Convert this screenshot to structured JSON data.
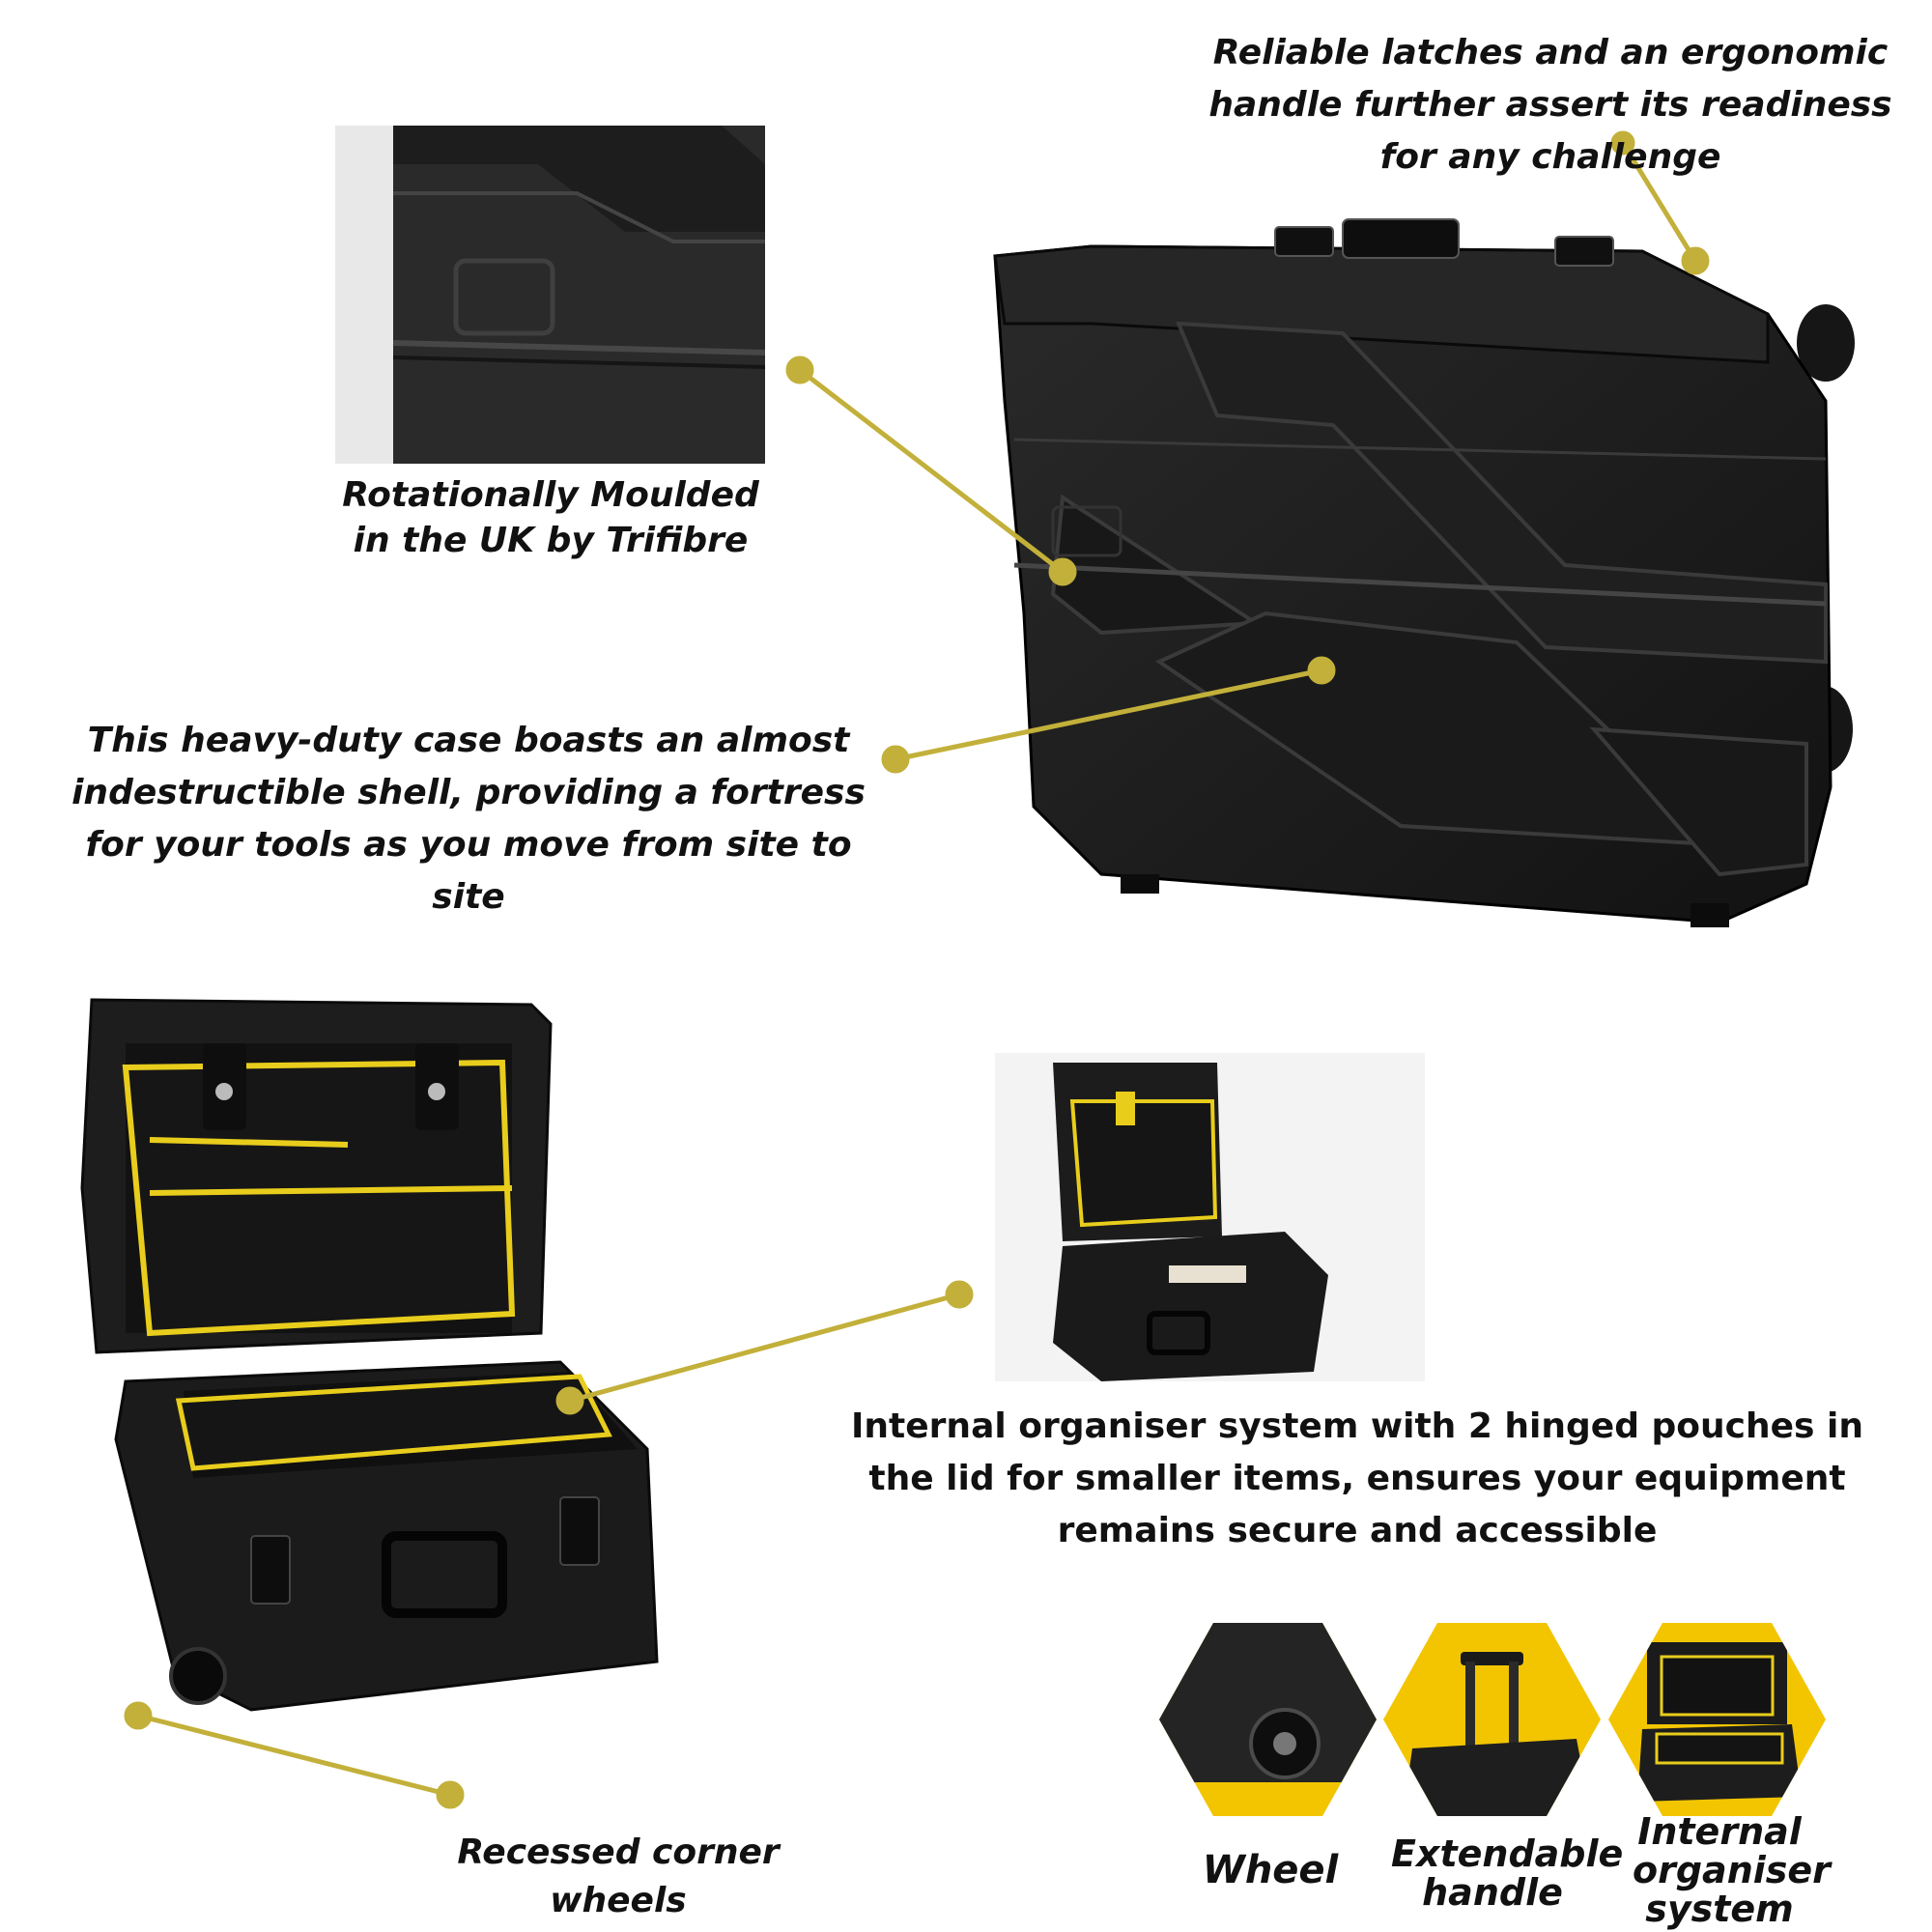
{
  "colors": {
    "accent": "#c2b03a",
    "case_black": "#1c1c1c",
    "case_edge": "#3a3a3a",
    "organiser_yellow": "#e8cd1c",
    "hex_yellow": "#f2c500",
    "text": "#111111"
  },
  "captions": {
    "latches": "Reliable latches and an ergonomic handle further assert its readiness for any challenge",
    "moulded": "Rotationally Moulded in the UK by Trifibre",
    "shell": "This heavy-duty case boasts an almost indestructible shell, providing a fortress for your tools as you move from site to site",
    "organiser": "Internal organiser system with 2 hinged pouches in the lid for smaller items, ensures your equipment remains secure and accessible",
    "wheels": "Recessed corner wheels"
  },
  "features": [
    {
      "label": "Wheel",
      "icon": "wheel-photo"
    },
    {
      "label": "Extendable handle",
      "icon": "handle-photo"
    },
    {
      "label": "Internal organiser system",
      "icon": "organiser-photo"
    }
  ]
}
